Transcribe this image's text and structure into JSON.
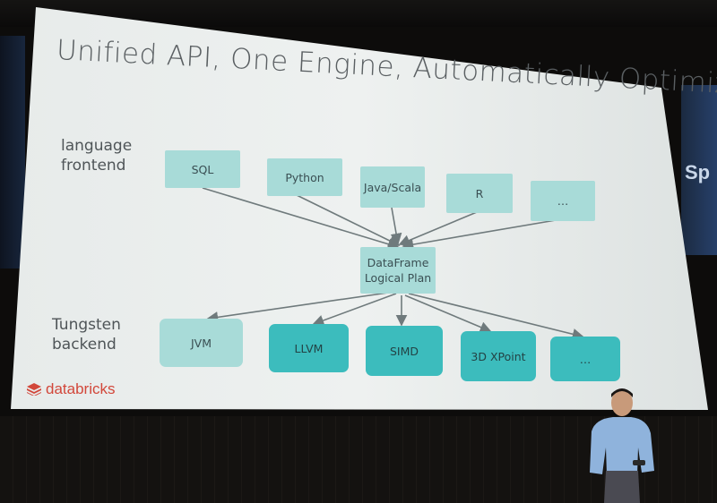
{
  "slide": {
    "title": "Unified API, One Engine, Automatically Optimized",
    "frontend_label": "language\nfrontend",
    "backend_label": "Tungsten\nbackend",
    "frontends": [
      "SQL",
      "Python",
      "Java/Scala",
      "R",
      "…"
    ],
    "center": "DataFrame\nLogical Plan",
    "backends": [
      "JVM",
      "LLVM",
      "SIMD",
      "3D XPoint",
      "…"
    ],
    "logo_text": "databricks",
    "colors": {
      "box_light": "#a8dbd8",
      "box_dark": "#3cbcbd",
      "arrow": "#6f7a7c",
      "logo": "#d2473a"
    }
  },
  "side_banner": {
    "text": "Sp"
  }
}
